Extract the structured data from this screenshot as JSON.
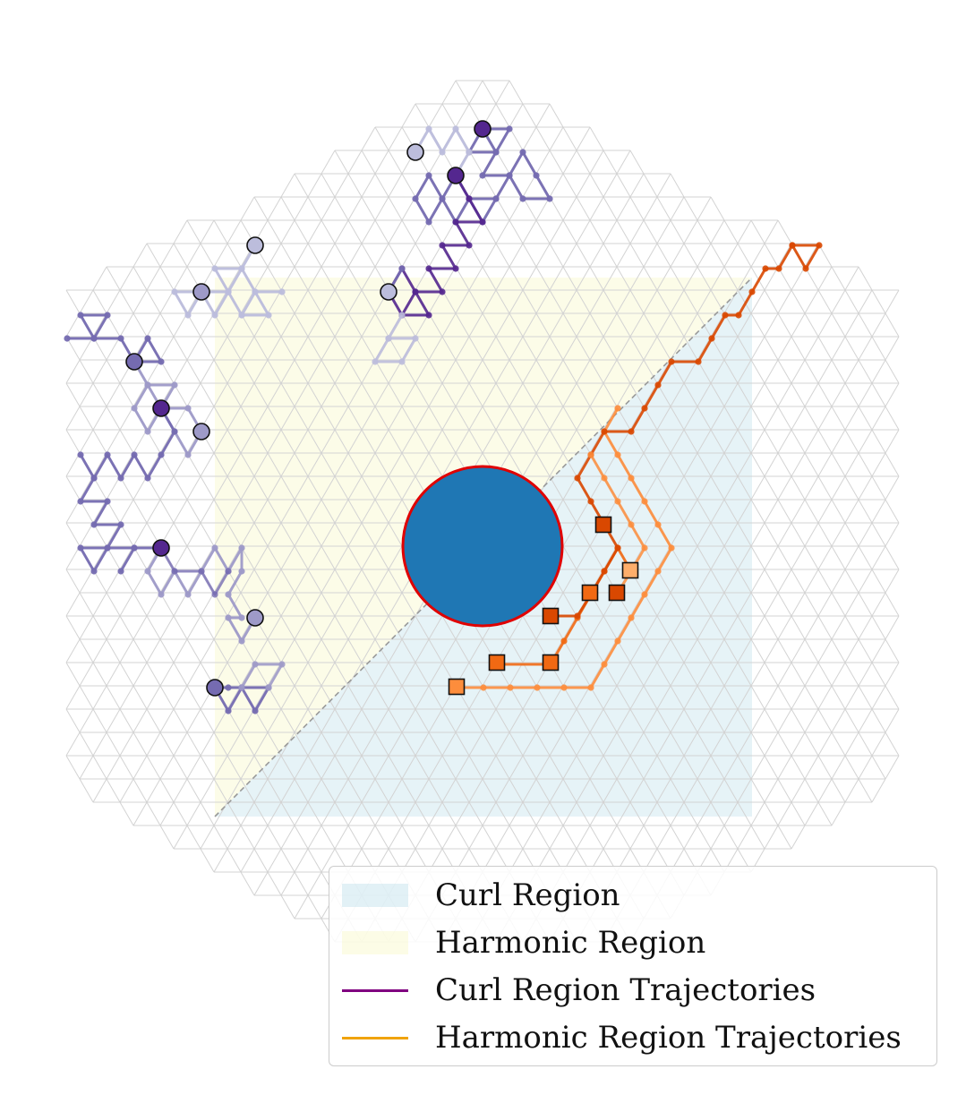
{
  "colors": {
    "grid": "#d3d3d3",
    "curl_region": "#add8e6",
    "harmonic_region": "#fafad2",
    "obstacle_fill": "#1f77b4",
    "obstacle_edge": "#e00000",
    "divider": "#999999",
    "curl_traj": "#800080",
    "harmonic_traj": "#f0a30a",
    "purple_dark": "#54278f",
    "purple_mid": "#756bb1",
    "purple_light": "#9e9ac8",
    "purple_pale": "#bcbddc",
    "orange_dark": "#d94801",
    "orange_mid": "#f16913",
    "orange_light": "#fd8d3c",
    "orange_pale": "#fdae6b"
  },
  "legend": {
    "items": [
      {
        "label": "Curl Region",
        "kind": "patch",
        "color": "#add8e6"
      },
      {
        "label": "Harmonic Region",
        "kind": "patch",
        "color": "#fafad2"
      },
      {
        "label": "Curl Region Trajectories",
        "kind": "line",
        "color": "#800080"
      },
      {
        "label": "Harmonic Region Trajectories",
        "kind": "line",
        "color": "#f0a30a"
      }
    ]
  }
}
